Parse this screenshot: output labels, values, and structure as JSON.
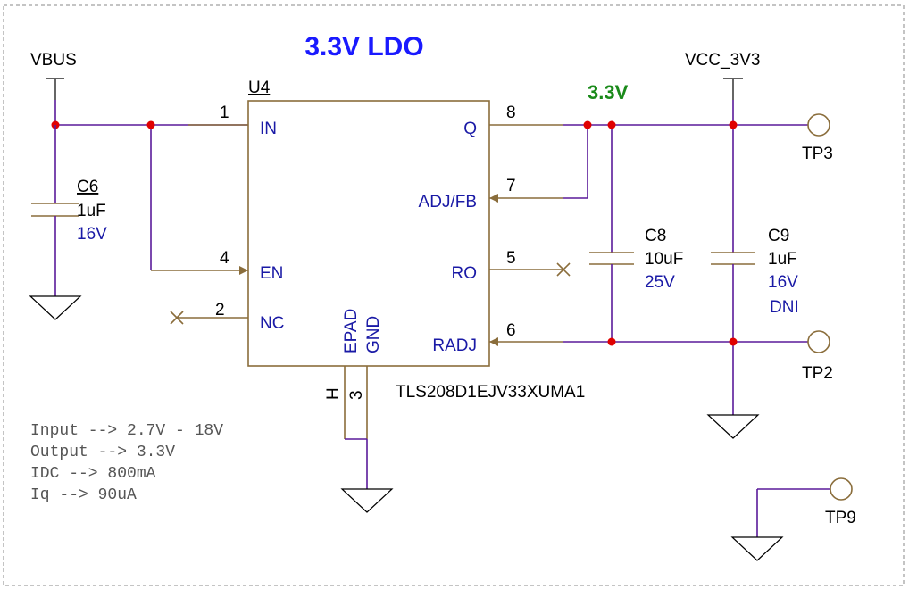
{
  "title": "3.3V LDO",
  "net_vbus": "VBUS",
  "net_vcc": "VCC_3V3",
  "net_out_label": "3.3V",
  "colors": {
    "title": "#1a1aff",
    "out_label": "#1a8a1a",
    "wire": "#5a1a9a",
    "junction": "#e00000",
    "pin": "#8a6d3b"
  },
  "ic": {
    "ref": "U4",
    "part": "TLS208D1EJV33XUMA1",
    "pins": [
      {
        "num": "1",
        "name": "IN"
      },
      {
        "num": "4",
        "name": "EN"
      },
      {
        "num": "2",
        "name": "NC"
      },
      {
        "num": "8",
        "name": "Q"
      },
      {
        "num": "7",
        "name": "ADJ/FB"
      },
      {
        "num": "5",
        "name": "RO"
      },
      {
        "num": "6",
        "name": "RADJ"
      },
      {
        "num": "3",
        "name1": "EPAD",
        "name2": "GND"
      }
    ],
    "epad_marker": "H"
  },
  "caps": [
    {
      "ref": "C6",
      "value": "1uF",
      "voltage": "16V",
      "note": ""
    },
    {
      "ref": "C8",
      "value": "10uF",
      "voltage": "25V",
      "note": ""
    },
    {
      "ref": "C9",
      "value": "1uF",
      "voltage": "16V",
      "note": "DNI"
    }
  ],
  "testpoints": [
    "TP3",
    "TP2",
    "TP9"
  ],
  "notes": [
    "Input --> 2.7V - 18V",
    "Output --> 3.3V",
    "IDC --> 800mA",
    "Iq --> 90uA"
  ]
}
